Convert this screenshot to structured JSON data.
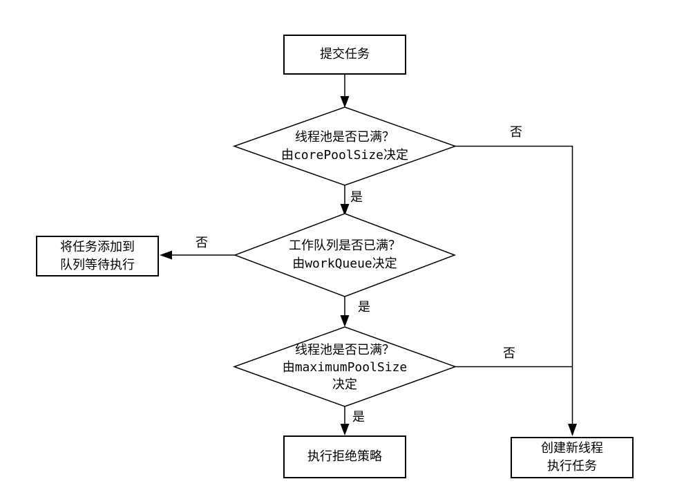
{
  "diagram": {
    "background": "#ffffff",
    "stroke_color": "#000000",
    "text_color": "#000000",
    "nodes": {
      "submit": {
        "shape": "rect",
        "label": "提交任务"
      },
      "check_core": {
        "shape": "diamond",
        "label": "线程池是否已满？\n由corePoolSize决定"
      },
      "enqueue": {
        "shape": "rect",
        "label": "将任务添加到\n队列等待执行"
      },
      "check_queue": {
        "shape": "diamond",
        "label": "工作队列是否已满？\n由workQueue决定"
      },
      "check_max": {
        "shape": "diamond",
        "label": "线程池是否已满？\n由maximumPoolSize\n决定"
      },
      "reject": {
        "shape": "rect",
        "label": "执行拒绝策略"
      },
      "create_thread": {
        "shape": "rect",
        "label": "创建新线程\n执行任务"
      }
    },
    "edge_labels": {
      "core_yes": "是",
      "core_no": "否",
      "queue_yes": "是",
      "queue_no": "否",
      "max_yes": "是",
      "max_no": "否"
    }
  }
}
